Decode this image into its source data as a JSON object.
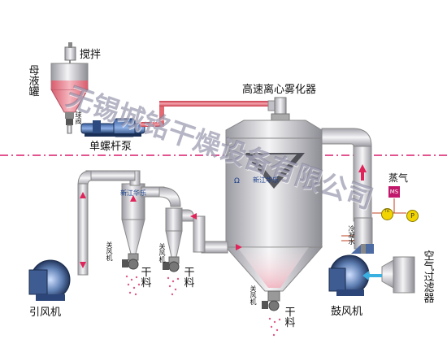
{
  "labels": {
    "mixer": "搅拌",
    "mother_tank": "母液罐",
    "ball_valve": "球阀",
    "screw_pump": "单螺杆泵",
    "atomizer": "高速离心雾化器",
    "steam": "蒸气",
    "cond_water": "冷凝水",
    "air_filter": "空气过滤器",
    "blower": "鼓风机",
    "exhaust_fan": "引风机",
    "rotary_valve_1": "关风机",
    "rotary_valve_2": "关风机",
    "rotary_valve_3": "关风机",
    "dry_1": "干料",
    "dry_2": "干料",
    "dry_3": "干料",
    "ms_tag": "MS",
    "p_tag": "P",
    "tic_tag": "TIC",
    "logo_text": "新江华乐",
    "logo_text_2": "新江华乐"
  },
  "watermark": "无锡城铭干燥设备有限公司",
  "colors": {
    "pipe": "#c9c9cf",
    "feed_pipe": "#e26a72",
    "liquid": "#ea7b8a",
    "arrow": "#e0245a",
    "divider": "#d91a6a",
    "inlet_arrow": "#3ab0e0"
  }
}
